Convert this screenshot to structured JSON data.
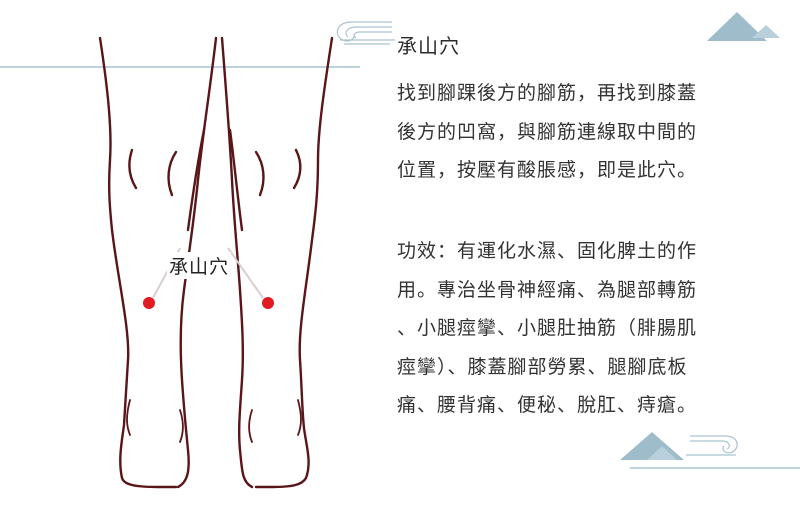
{
  "title": "承山穴",
  "point_label": "承山穴",
  "paragraph1": [
    "找到腳踝後方的腳筋，再找到膝蓋",
    "後方的凹窩，與腳筋連線取中間的",
    "位置，按壓有酸脹感，即是此穴。"
  ],
  "paragraph2": [
    "功效：有運化水濕、固化脾土的作",
    "用。專治坐骨神經痛、為腿部轉筋",
    "、小腿痙攣、小腿肚抽筋（腓腸肌",
    "痙攣）、膝蓋腳部勞累、腿腳底板",
    "痛、腰背痛、便秘、脫肛、痔瘡。"
  ],
  "colors": {
    "outline": "#5a1518",
    "point": "#e01b22",
    "accent_blue": "#a9c4d0",
    "text": "#333333"
  },
  "icons": [
    "mountain-icon",
    "wave-icon",
    "acupoint-dot-icon"
  ]
}
